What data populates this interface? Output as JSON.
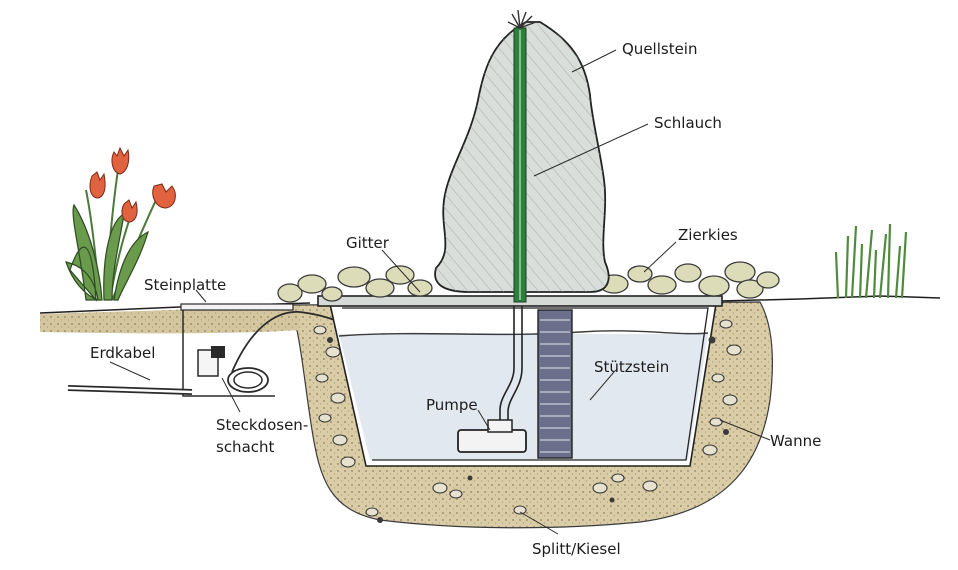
{
  "labels": {
    "quellstein": "Quellstein",
    "schlauch": "Schlauch",
    "gitter": "Gitter",
    "zierkies": "Zierkies",
    "steinplatte": "Steinplatte",
    "erdkabel": "Erdkabel",
    "stuetzstein": "Stützstein",
    "pumpe": "Pumpe",
    "steckdosen_line1": "Steckdosen-",
    "steckdosen_line2": "schacht",
    "wanne": "Wanne",
    "splitt": "Splitt/Kiesel"
  },
  "colors": {
    "ink": "#1f1f1f",
    "soil": "#cdbf9a",
    "gravel": "#d9d0b3",
    "water": "#dfe7ee",
    "rock": "#d7dcd9",
    "hose": "#2e7d3e",
    "tulip": "#e0623e",
    "leaf": "#5d8a43",
    "pebble": "#d7d9b4",
    "support": "#5a5f7a"
  }
}
